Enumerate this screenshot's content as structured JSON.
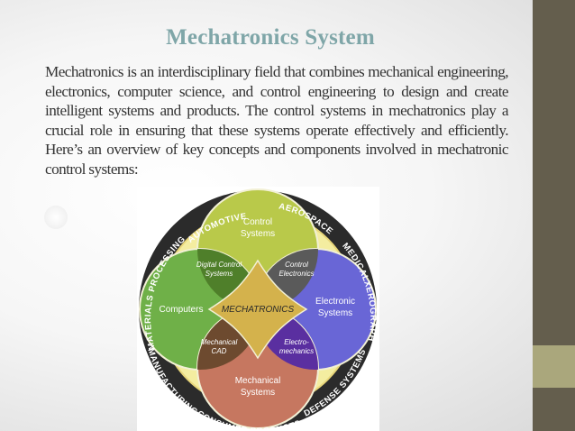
{
  "slide": {
    "title": "Mechatronics System",
    "body": "Mechatronics is an interdisciplinary field that combines mechanical engineering, electronics, computer science, and control engineering to design and create intelligent systems and products. The control systems in mechatronics play a crucial role in ensuring that these systems operate effectively and efficiently. Here’s an overview of key concepts and components involved in mechatronic control systems:"
  },
  "diagram": {
    "center": "MECHATRONICS",
    "circles": {
      "top_line1": "Control",
      "top_line2": "Systems",
      "left": "Computers",
      "right_line1": "Electronic",
      "right_line2": "Systems",
      "bottom_line1": "Mechanical",
      "bottom_line2": "Systems"
    },
    "overlaps": {
      "top_left_line1": "Digital Control",
      "top_left_line2": "Systems",
      "top_right_line1": "Control",
      "top_right_line2": "Electronics",
      "bottom_left_line1": "Mechanical",
      "bottom_left_line2": "CAD",
      "bottom_right_line1": "Electro-",
      "bottom_right_line2": "mechanics"
    },
    "ring_labels": {
      "automotive": "AUTOMOTIVE",
      "aerospace": "AEROSPACE",
      "medical": "MEDICAL",
      "xerography": "XEROGRAPHY",
      "defense": "DEFENSE SYSTEMS",
      "consumer": "CONSUMER PRODUCTS",
      "manufacturing": "MANUFACTURING",
      "materials": "MATERIALS PROCESSING"
    },
    "colors": {
      "ring": "#2b2b2b",
      "yellow": "#f4eda0",
      "green": "#6fb048",
      "top": "#b9c94a",
      "purple": "#6966d6",
      "bottom": "#c67760",
      "center": "#d4b24c"
    }
  }
}
